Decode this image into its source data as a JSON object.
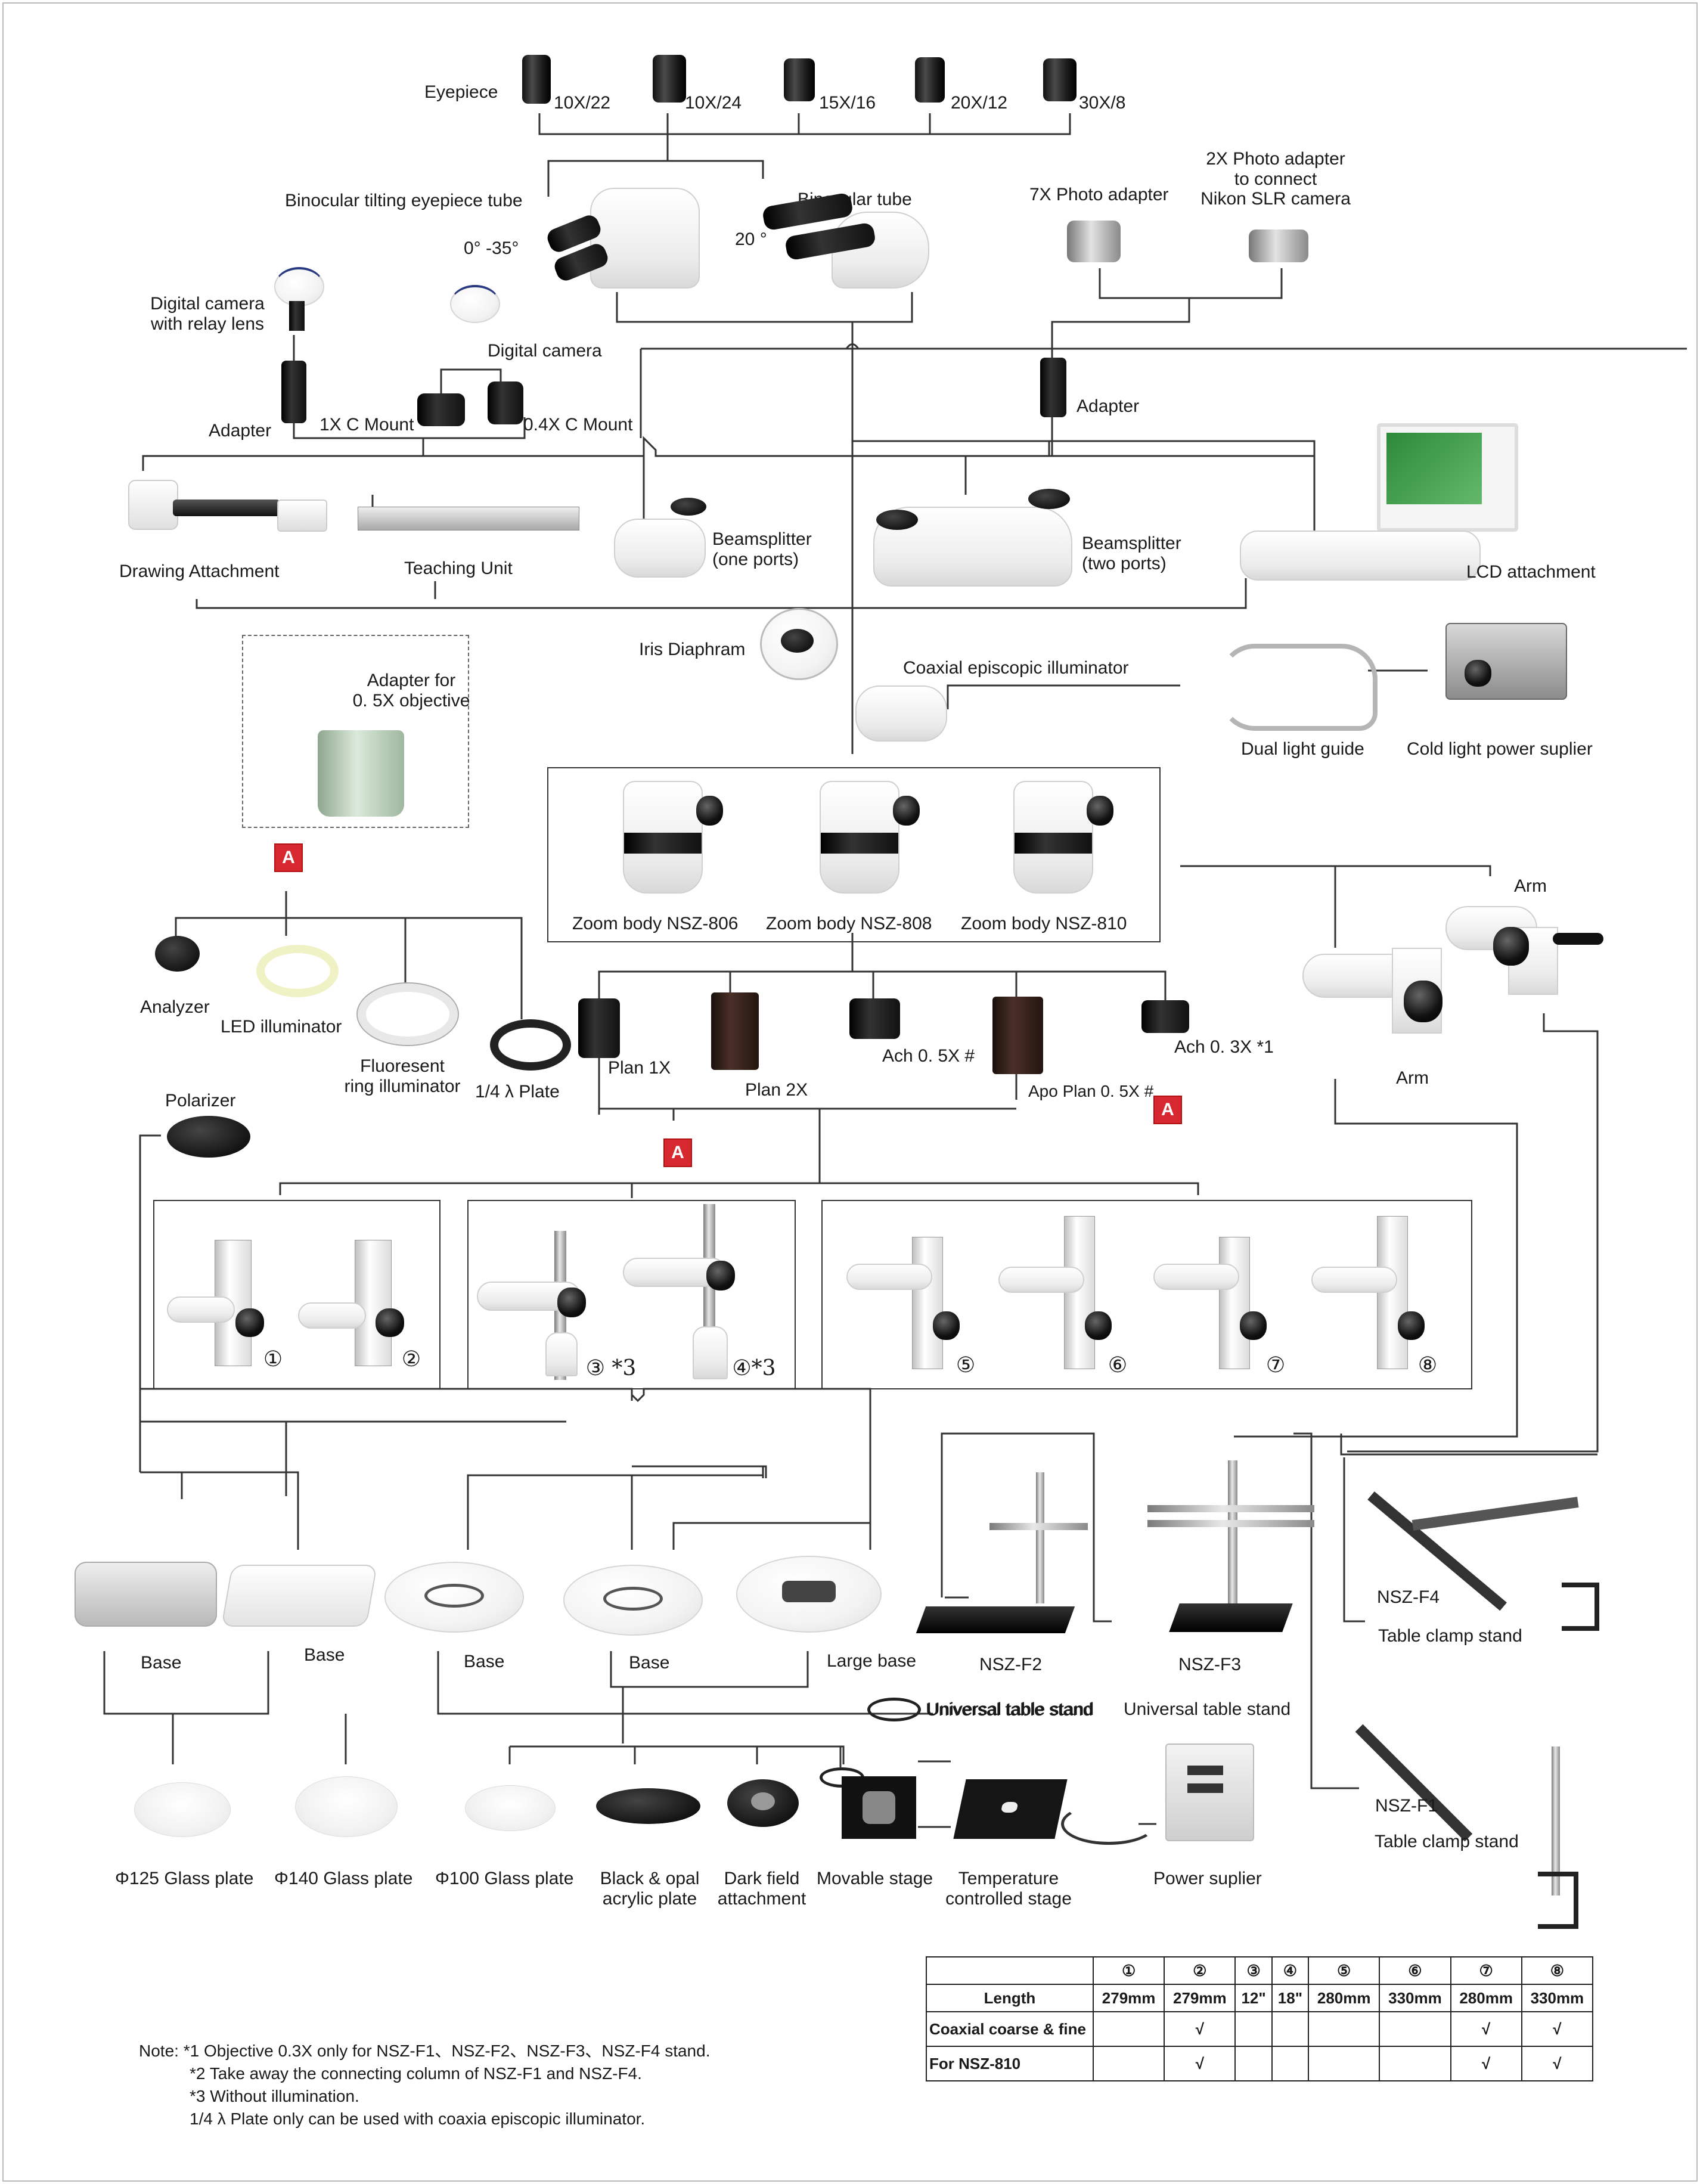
{
  "eyepieces": {
    "title": "Eyepiece",
    "items": [
      "10X/22",
      "10X/24",
      "15X/16",
      "20X/12",
      "30X/8"
    ]
  },
  "heads": {
    "tilting": "Binocular tilting eyepiece tube",
    "tilting_angle": "0°  -35°",
    "binocular": "Binocular tube",
    "binocular_angle": "20 °"
  },
  "photo": {
    "adapter_7x": "7X Photo adapter",
    "adapter_2x": [
      "2X Photo adapter",
      "to connect",
      "Nikon SLR camera"
    ],
    "adapter": "Adapter"
  },
  "camera": {
    "relay": [
      "Digital camera",
      "with relay lens"
    ],
    "digital": "Digital camera",
    "adapter": "Adapter",
    "mount_1x": "1X C Mount",
    "mount_04x": "0.4X C Mount"
  },
  "intermediate": {
    "drawing": "Drawing Attachment",
    "teaching": "Teaching Unit",
    "beam1": [
      "Beamsplitter",
      "(one ports)"
    ],
    "beam2": [
      "Beamsplitter",
      "(two ports)"
    ],
    "lcd": "LCD attachment"
  },
  "illumination": {
    "iris": "Iris Diaphram",
    "coaxial": "Coaxial episcopic illuminator",
    "guide": "Dual light guide",
    "cold": "Cold light power suplier"
  },
  "adapter05": [
    "Adapter for",
    "0. 5X objective"
  ],
  "badge": "A",
  "zoom": [
    "Zoom body NSZ-806",
    "Zoom body NSZ-808",
    "Zoom body NSZ-810"
  ],
  "accessories": {
    "analyzer": "Analyzer",
    "led": "LED illuminator",
    "fluo": [
      "Fluoresent",
      "ring illuminator"
    ],
    "plate": "1/4 λ Plate",
    "polarizer": "Polarizer"
  },
  "objectives": {
    "plan1x": "Plan 1X",
    "plan2x": "Plan 2X",
    "ach05": "Ach 0. 5X  #",
    "apo05": "Apo Plan 0. 5X  #",
    "ach03": "Ach 0. 3X  *1"
  },
  "arm": "Arm",
  "stand_numbers": [
    "①",
    "②",
    "③ *3",
    "④*3",
    "⑤",
    "⑥",
    "⑦",
    "⑧"
  ],
  "bases": [
    "Base",
    "Base",
    "Base",
    "Base",
    "Large base"
  ],
  "stands": {
    "f2": [
      "NSZ-F2",
      "Universal table stand"
    ],
    "f3": [
      "NSZ-F3",
      "Universal table stand"
    ],
    "f4": [
      "NSZ-F4",
      "Table clamp stand"
    ],
    "f1": [
      "NSZ-F1",
      "Table clamp stand"
    ]
  },
  "stage": {
    "g125": "Φ125 Glass plate",
    "g140": "Φ140 Glass plate",
    "g100": "Φ100 Glass plate",
    "acrylic": [
      "Black & opal",
      "acrylic plate"
    ],
    "dark": [
      "Dark field",
      "attachment"
    ],
    "movable": "Movable stage",
    "temp": [
      "Temperature",
      "controlled stage"
    ],
    "power": "Power suplier"
  },
  "spec_table": {
    "headers": [
      "",
      "①",
      "②",
      "③",
      "④",
      "⑤",
      "⑥",
      "⑦",
      "⑧"
    ],
    "rows": [
      [
        "Length",
        "279mm",
        "279mm",
        "12\"",
        "18\"",
        "280mm",
        "330mm",
        "280mm",
        "330mm"
      ],
      [
        "Coaxial coarse & fine",
        "",
        "√",
        "",
        "",
        "",
        "",
        "√",
        "√"
      ],
      [
        "For NSZ-810",
        "",
        "√",
        "",
        "",
        "",
        "",
        "√",
        "√"
      ]
    ]
  },
  "notes": [
    "Note: *1 Objective 0.3X only for NSZ-F1、NSZ-F2、NSZ-F3、NSZ-F4 stand.",
    "*2 Take away the connecting column of NSZ-F1 and NSZ-F4.",
    "*3 Without illumination.",
    "1/4 λ Plate only can be used with coaxia episcopic illuminator."
  ]
}
